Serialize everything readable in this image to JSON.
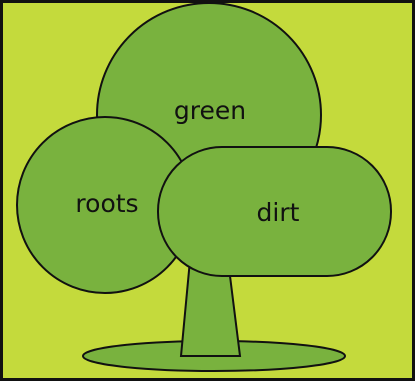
{
  "diagram": {
    "colors": {
      "background": "#c4da3c",
      "shape_fill": "#79b23e",
      "stroke": "#111111",
      "border": "#111111"
    },
    "labels": {
      "green": "green",
      "roots": "roots",
      "dirt": "dirt"
    }
  }
}
